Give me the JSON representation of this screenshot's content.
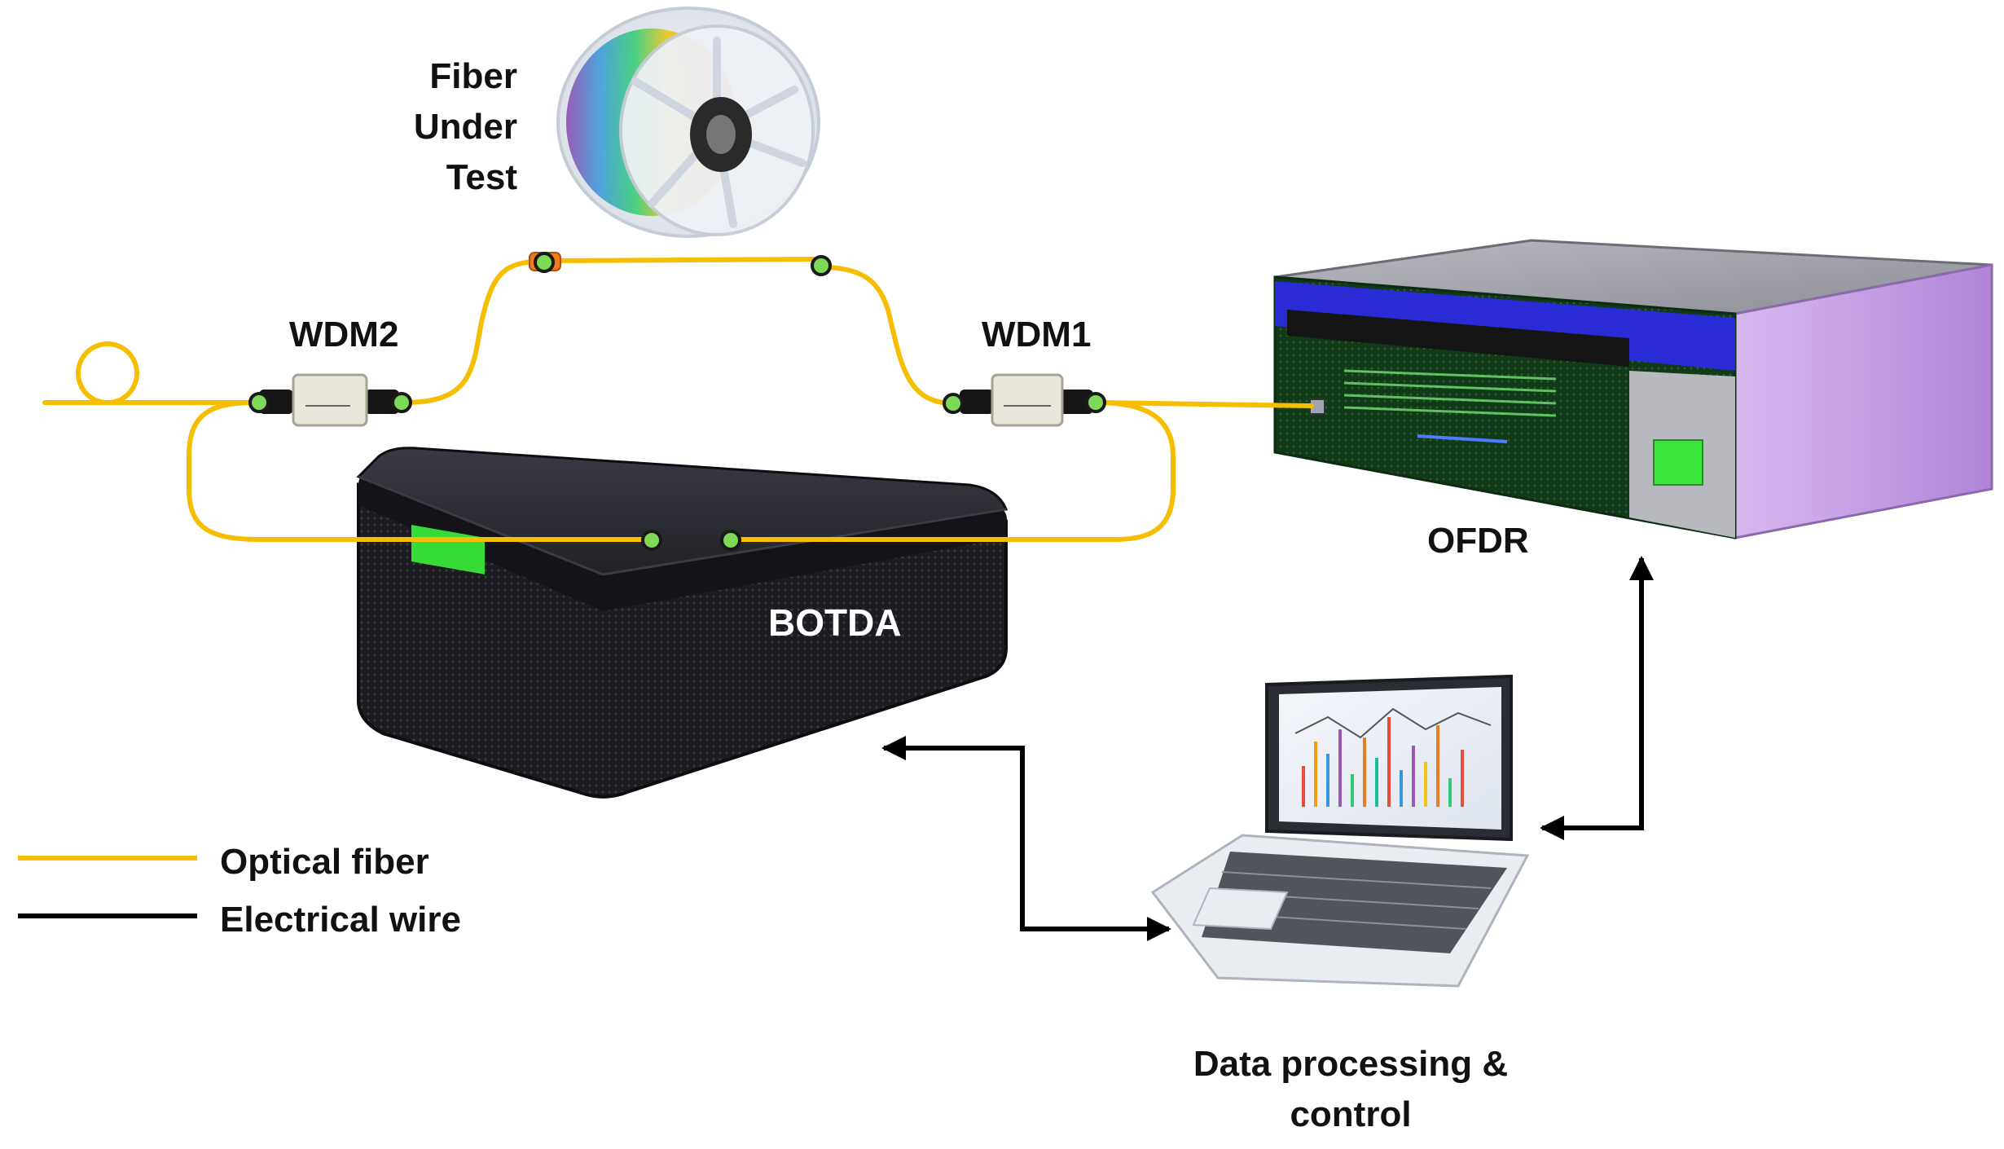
{
  "labels": {
    "fiber_under_test": [
      "Fiber",
      "Under",
      "Test"
    ],
    "wdm1": "WDM1",
    "wdm2": "WDM2",
    "botda": "BOTDA",
    "ofdr": "OFDR",
    "laptop": [
      "Data processing &",
      "control"
    ]
  },
  "legend": [
    {
      "label": "Optical fiber",
      "color": "#F5BE00"
    },
    {
      "label": "Electrical wire",
      "color": "#000000"
    }
  ],
  "colors": {
    "optical_fiber": "#F5BE00",
    "electrical_wire": "#000000",
    "connector": "#7ED957",
    "botda_body": "#1f1f24",
    "botda_display": "#39e639",
    "ofdr_front": "#1d5a2a",
    "ofdr_accent": "#2b2bd6",
    "ofdr_side": "#c9a4ea"
  }
}
